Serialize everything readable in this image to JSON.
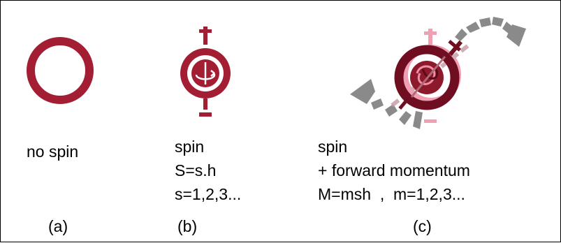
{
  "panels": {
    "a": {
      "caption": "(a)",
      "lines": [
        "no spin"
      ]
    },
    "b": {
      "caption": "(b)",
      "lines": [
        "spin",
        "S=s.h",
        "s=1,2,3..."
      ]
    },
    "c": {
      "caption": "(c)",
      "lines": [
        "spin",
        "+ forward momentum",
        "M=msh  ,  m=1,2,3..."
      ]
    }
  },
  "colors": {
    "ring": "#a31d33",
    "ring_dark": "#7a1024",
    "ghost_pink": "#ef8fa6",
    "arrow_gray": "#8a8a8a"
  }
}
